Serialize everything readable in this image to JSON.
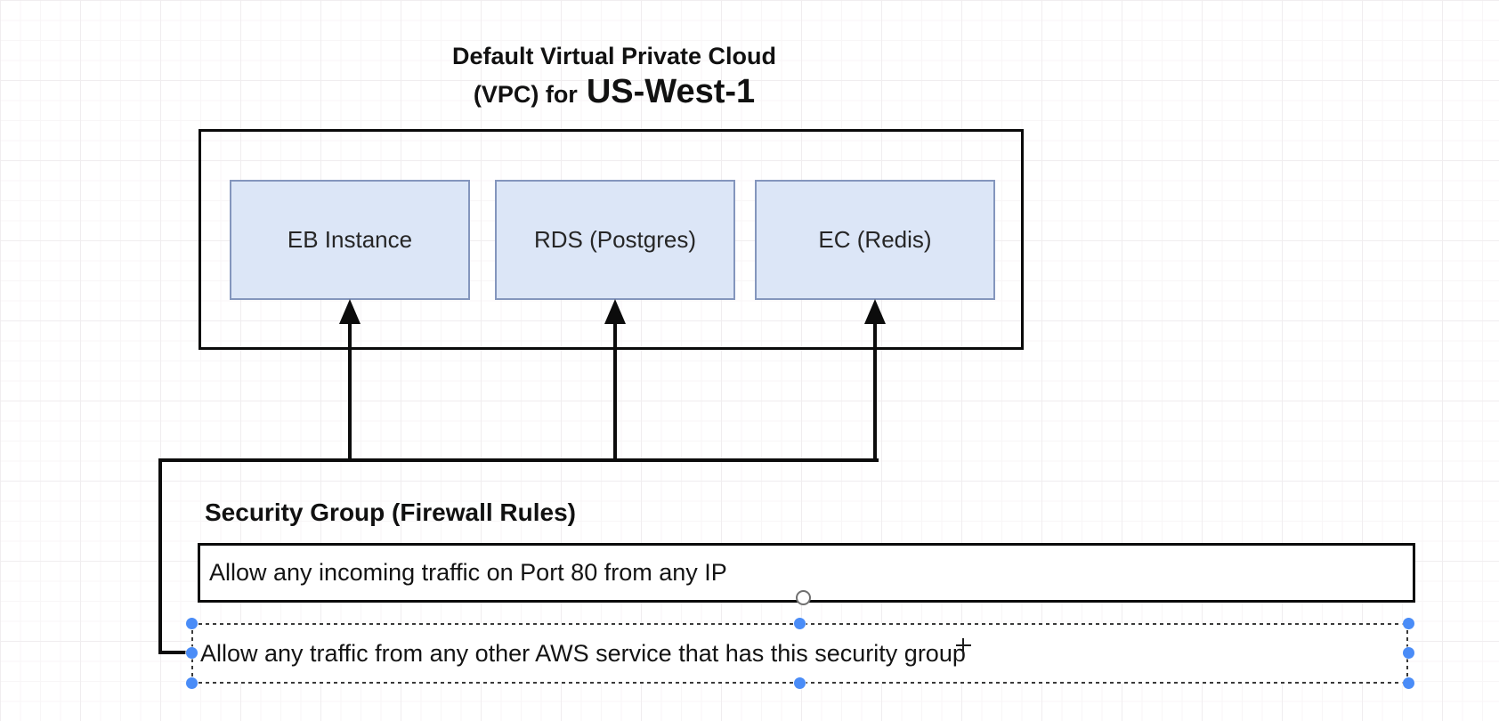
{
  "title": {
    "line1": "Default Virtual Private Cloud",
    "line2_prefix": "(VPC) for",
    "line2_region": "US-West-1"
  },
  "vpc": {
    "services": [
      {
        "label": "EB Instance"
      },
      {
        "label": "RDS (Postgres)"
      },
      {
        "label": "EC (Redis)"
      }
    ]
  },
  "security_group": {
    "heading": "Security Group (Firewall Rules)",
    "rules": [
      {
        "text": "Allow any incoming traffic on Port 80 from any IP",
        "selected": false
      },
      {
        "text": "Allow any traffic from any other AWS service that has this security group",
        "selected": true
      }
    ]
  },
  "colors": {
    "service_fill": "#dce6f7",
    "service_border": "#8496bd",
    "connector": "#0c0c0c",
    "selection_handle": "#4a8cf7",
    "selection_outline": "#3a3a3a"
  }
}
